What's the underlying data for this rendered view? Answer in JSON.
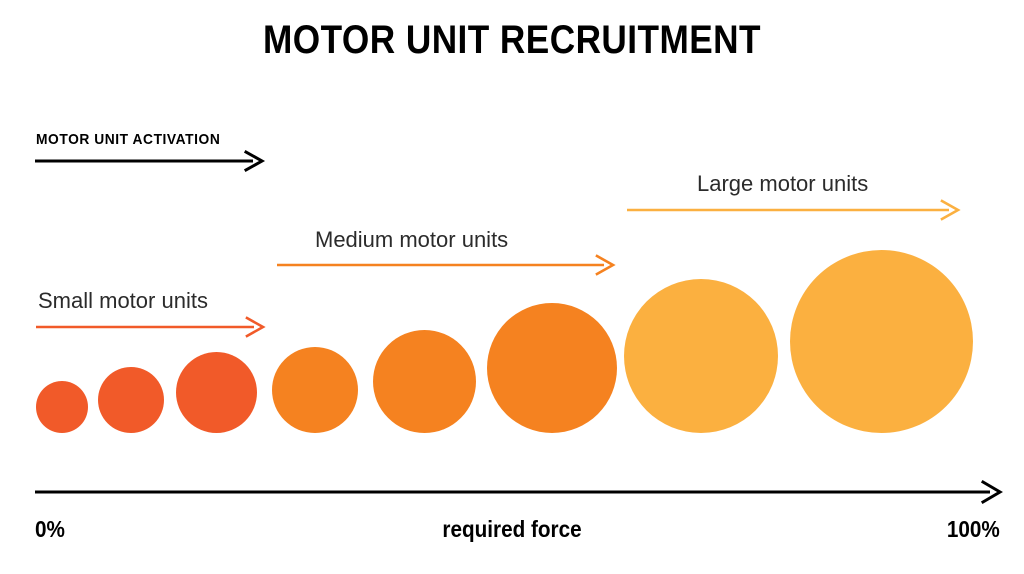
{
  "title": "MOTOR UNIT RECRUITMENT",
  "colors": {
    "small": "#F15A29",
    "medium": "#F58220",
    "large": "#FBB040",
    "axis": "#000000",
    "background": "#FFFFFF"
  },
  "activation": {
    "label": "MOTOR UNIT ACTIVATION"
  },
  "groups": [
    {
      "id": "small",
      "label": "Small motor units",
      "color": "#F15A29"
    },
    {
      "id": "medium",
      "label": "Medium motor units",
      "color": "#F58220"
    },
    {
      "id": "large",
      "label": "Large motor units",
      "color": "#FBB040"
    }
  ],
  "axis": {
    "start_label": "0%",
    "center_label": "required force",
    "end_label": "100%"
  },
  "chart_data": {
    "type": "scatter",
    "title": "MOTOR UNIT RECRUITMENT",
    "xlabel": "required force",
    "ylabel": "",
    "xlim": [
      0,
      100
    ],
    "grid": false,
    "legend": "none",
    "annotations": [
      "MOTOR UNIT ACTIVATION",
      "Small motor units",
      "Medium motor units",
      "Large motor units"
    ],
    "series": [
      {
        "name": "Small motor units",
        "color": "#F15A29",
        "points": [
          {
            "cx": 62,
            "diameter": 52,
            "force_pct": 3
          },
          {
            "cx": 131,
            "diameter": 66,
            "force_pct": 10
          },
          {
            "cx": 216,
            "diameter": 81,
            "force_pct": 19
          }
        ]
      },
      {
        "name": "Medium motor units",
        "color": "#F58220",
        "points": [
          {
            "cx": 315,
            "diameter": 86,
            "force_pct": 29
          },
          {
            "cx": 424,
            "diameter": 103,
            "force_pct": 40
          },
          {
            "cx": 552,
            "diameter": 130,
            "force_pct": 54
          }
        ]
      },
      {
        "name": "Large motor units",
        "color": "#FBB040",
        "points": [
          {
            "cx": 701,
            "diameter": 154,
            "force_pct": 69
          },
          {
            "cx": 881,
            "diameter": 183,
            "force_pct": 88
          }
        ]
      }
    ]
  }
}
